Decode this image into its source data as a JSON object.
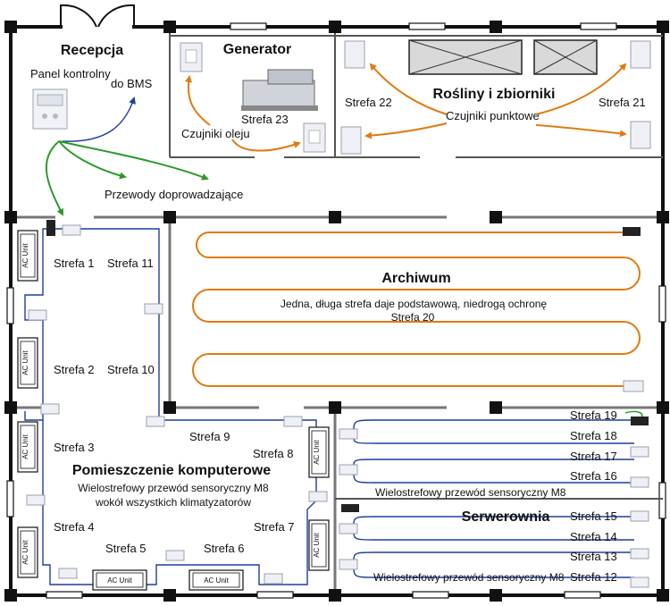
{
  "rooms": {
    "reception": "Recepcja",
    "generator": "Generator",
    "plants": "Rośliny i zbiorniki",
    "archive": "Archiwum",
    "computer_room": "Pomieszczenie komputerowe",
    "server_room": "Serwerownia"
  },
  "labels": {
    "control_panel": "Panel kontrolny",
    "to_bms": "do BMS",
    "feed_wires": "Przewody doprowadzające",
    "oil_sensors": "Czujniki oleju",
    "point_sensors": "Czujniki punktowe",
    "archive_desc": "Jedna, długa strefa daje podstawową, niedrogą ochronę",
    "computer_desc_1": "Wielostrefowy przewód sensoryczny M8",
    "computer_desc_2": "wokół wszystkich klimatyzatorów",
    "server_cable_1": "Wielostrefowy przewód sensoryczny M8",
    "server_cable_2": "Wielostrefowy przewód sensoryczny M8",
    "ac_unit": "AC Unit"
  },
  "zones": {
    "z1": "Strefa 1",
    "z2": "Strefa 2",
    "z3": "Strefa 3",
    "z4": "Strefa 4",
    "z5": "Strefa 5",
    "z6": "Strefa 6",
    "z7": "Strefa 7",
    "z8": "Strefa 8",
    "z9": "Strefa 9",
    "z10": "Strefa 10",
    "z11": "Strefa 11",
    "z12": "Strefa 12",
    "z13": "Strefa 13",
    "z14": "Strefa 14",
    "z15": "Strefa 15",
    "z16": "Strefa 16",
    "z17": "Strefa 17",
    "z18": "Strefa 18",
    "z19": "Strefa 19",
    "z20": "Strefa 20",
    "z21": "Strefa 21",
    "z22": "Strefa 22",
    "z23": "Strefa 23"
  },
  "colors": {
    "sensor_cable": "#1f3f9a",
    "oil_and_point_sensors": "#e07a10",
    "feed_wires": "#2a9a2a",
    "bms_link": "#1f3f9a"
  }
}
